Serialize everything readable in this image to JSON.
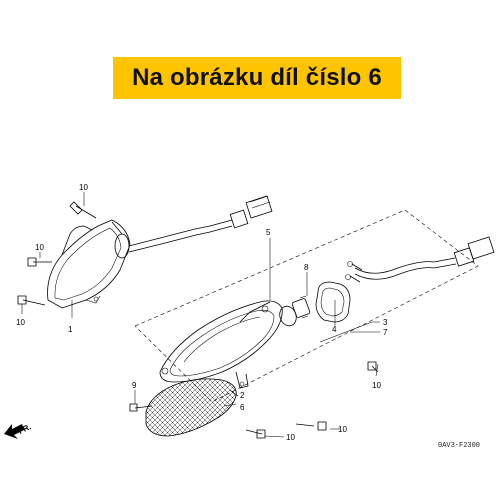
{
  "banner": {
    "text": "Na obrázku díl číslo 6",
    "background": "#ffc400"
  },
  "diagram": {
    "code": "0AV3-F2300",
    "front_marker": "FR.",
    "callouts": {
      "c1": "1",
      "c2": "2",
      "c3": "3",
      "c4": "4",
      "c5": "5",
      "c6": "6",
      "c7": "7",
      "c8": "8",
      "c9": "9",
      "c10a": "10",
      "c10b": "10",
      "c10c": "10",
      "c10d": "10",
      "c10e": "10",
      "c10f": "10"
    }
  }
}
